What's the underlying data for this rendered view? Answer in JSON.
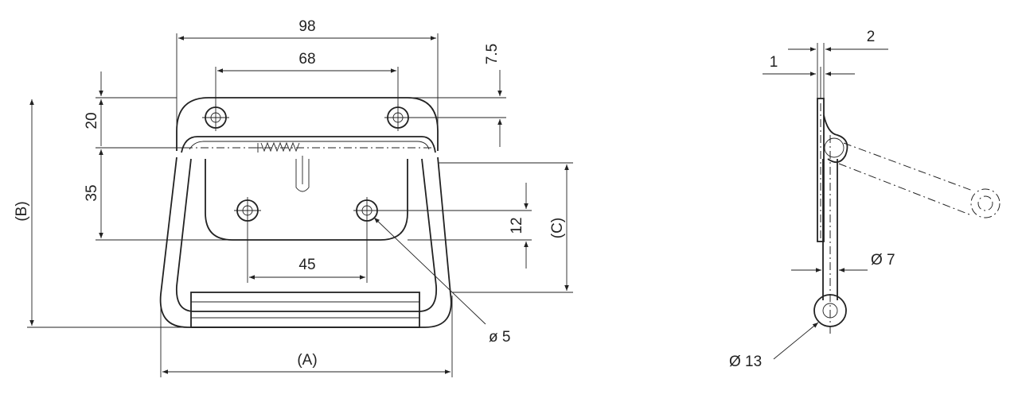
{
  "dimensions": {
    "width_98": "98",
    "hole_spacing_68": "68",
    "offset_7_5": "7.5",
    "height_20": "20",
    "height_35": "35",
    "b_label": "(B)",
    "hole_spacing_45": "45",
    "height_12": "12",
    "c_label": "(C)",
    "a_label": "(A)",
    "hole_dia_5": "ø 5",
    "thickness_2": "2",
    "thickness_1": "1",
    "rod_dia_7": "Ø 7",
    "grip_dia_13": "Ø 13"
  }
}
